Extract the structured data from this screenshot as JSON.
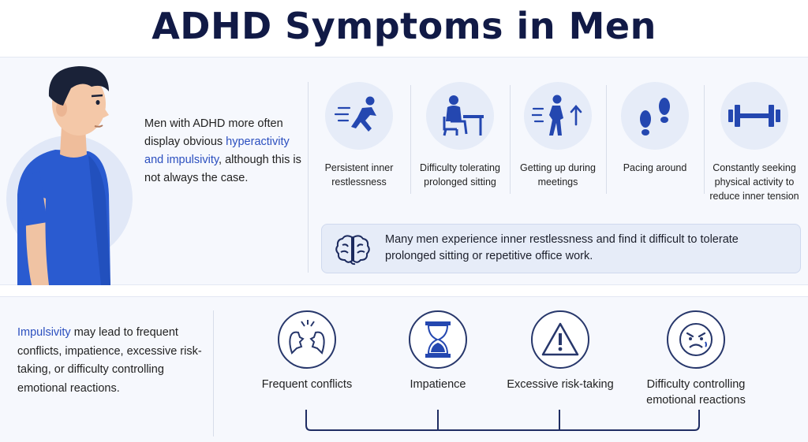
{
  "title": "ADHD Symptoms in Men",
  "intro": {
    "pre": "Men with ADHD more often display obvious ",
    "highlight": "hyperactivity and impulsivity",
    "post": ", although this is not always the case."
  },
  "symptoms": [
    {
      "label": "Persistent inner restlessness",
      "icon": "running-person-icon"
    },
    {
      "label": "Difficulty tolerating prolonged sitting",
      "icon": "person-at-desk-icon"
    },
    {
      "label": "Getting up during meetings",
      "icon": "person-standing-up-icon"
    },
    {
      "label": "Pacing around",
      "icon": "footprints-icon"
    },
    {
      "label": "Constantly seeking physical activity to reduce inner tension",
      "icon": "dumbbell-icon"
    }
  ],
  "note": {
    "text": "Many men experience inner restlessness and find it difficult to tolerate prolonged sitting or repetitive office work.",
    "icon": "brain-icon"
  },
  "impulsivity": {
    "highlight": "Impulsivity",
    "rest": " may lead to frequent conflicts, impatience, excessive risk-taking, or difficulty controlling emotional reactions."
  },
  "consequences": [
    {
      "label": "Frequent conflicts",
      "icon": "arguing-faces-icon"
    },
    {
      "label": "Impatience",
      "icon": "hourglass-icon"
    },
    {
      "label": "Excessive risk-taking",
      "icon": "warning-triangle-icon"
    },
    {
      "label": "Difficulty controlling emotional reactions",
      "icon": "angry-face-icon"
    }
  ],
  "colors": {
    "title": "#111a46",
    "accent": "#2b4fbf",
    "icon": "#2447b0",
    "panel": "#f6f8fd"
  }
}
